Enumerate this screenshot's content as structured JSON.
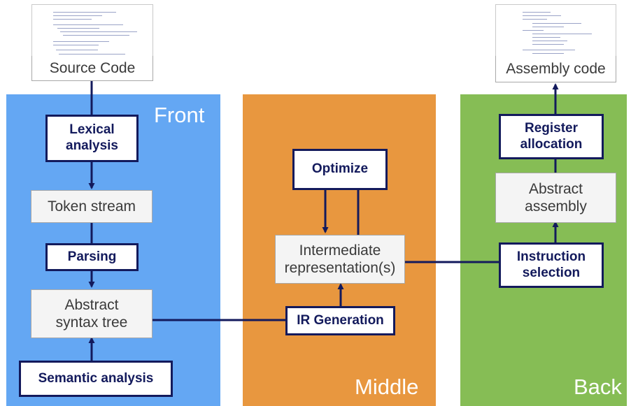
{
  "sections": {
    "front": {
      "title": "Front",
      "color": "#64a7f3"
    },
    "middle": {
      "title": "Middle",
      "color": "#e8973f"
    },
    "back": {
      "title": "Back",
      "color": "#86bd55"
    }
  },
  "nodes": {
    "source_code": "Source Code",
    "lexical_analysis": "Lexical\nanalysis",
    "token_stream": "Token stream",
    "parsing": "Parsing",
    "abstract_syntax_tree": "Abstract\nsyntax tree",
    "semantic_analysis": "Semantic analysis",
    "optimize": "Optimize",
    "intermediate_representation": "Intermediate\nrepresentation(s)",
    "ir_generation": "IR Generation",
    "instruction_selection": "Instruction\nselection",
    "abstract_assembly": "Abstract\nassembly",
    "register_allocation": "Register\nallocation",
    "assembly_code": "Assembly code"
  },
  "colors": {
    "step_border": "#131a5c",
    "arrow": "#131a5c"
  }
}
